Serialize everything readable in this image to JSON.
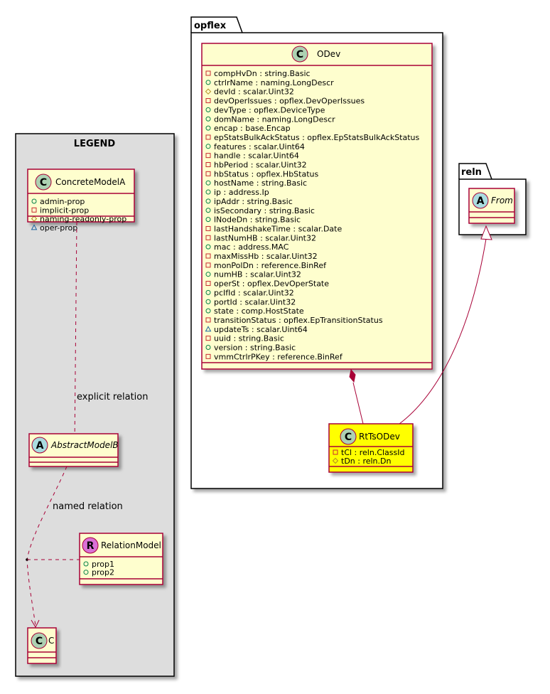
{
  "colors": {
    "class_fill": "#FEFECE",
    "class_border": "#A80036",
    "highlight_fill": "#FFFF00",
    "legend_fill": "#DDDDDD",
    "package_fill": "#FFFFFF",
    "badge_class": "#ADD1B2",
    "badge_abstract": "#A9DCDF",
    "badge_relation": "#DA70D6"
  },
  "legend": {
    "title": "LEGEND",
    "concrete": {
      "letter": "C",
      "name": "ConcreteModelA",
      "attrs": [
        {
          "vis": "public",
          "text": "admin-prop"
        },
        {
          "vis": "private",
          "text": "implicit-prop"
        },
        {
          "vis": "protected",
          "text": "naming-readonly-prop"
        },
        {
          "vis": "package",
          "text": "oper-prop"
        }
      ]
    },
    "explicit_label": "explicit relation",
    "abstract": {
      "letter": "A",
      "name": "AbstractModelB"
    },
    "named_label": "named relation",
    "relation": {
      "letter": "R",
      "name": "RelationModel",
      "attrs": [
        {
          "vis": "public",
          "text": "prop1"
        },
        {
          "vis": "public",
          "text": "prop2"
        }
      ]
    },
    "target": {
      "letter": "C",
      "name": "C"
    }
  },
  "opflex": {
    "title": "opflex",
    "odev": {
      "letter": "C",
      "name": "ODev",
      "attrs": [
        {
          "vis": "private",
          "text": "compHvDn : string.Basic"
        },
        {
          "vis": "public",
          "text": "ctrlrName : naming.LongDescr"
        },
        {
          "vis": "protected",
          "text": "devId : scalar.Uint32"
        },
        {
          "vis": "private",
          "text": "devOperIssues : opflex.DevOperIssues"
        },
        {
          "vis": "public",
          "text": "devType : opflex.DeviceType"
        },
        {
          "vis": "public",
          "text": "domName : naming.LongDescr"
        },
        {
          "vis": "public",
          "text": "encap : base.Encap"
        },
        {
          "vis": "private",
          "text": "epStatsBulkAckStatus : opflex.EpStatsBulkAckStatus"
        },
        {
          "vis": "public",
          "text": "features : scalar.Uint64"
        },
        {
          "vis": "private",
          "text": "handle : scalar.Uint64"
        },
        {
          "vis": "private",
          "text": "hbPeriod : scalar.Uint32"
        },
        {
          "vis": "private",
          "text": "hbStatus : opflex.HbStatus"
        },
        {
          "vis": "public",
          "text": "hostName : string.Basic"
        },
        {
          "vis": "public",
          "text": "ip : address.Ip"
        },
        {
          "vis": "public",
          "text": "ipAddr : string.Basic"
        },
        {
          "vis": "public",
          "text": "isSecondary : string.Basic"
        },
        {
          "vis": "public",
          "text": "lNodeDn : string.Basic"
        },
        {
          "vis": "private",
          "text": "lastHandshakeTime : scalar.Date"
        },
        {
          "vis": "private",
          "text": "lastNumHB : scalar.Uint32"
        },
        {
          "vis": "public",
          "text": "mac : address.MAC"
        },
        {
          "vis": "private",
          "text": "maxMissHb : scalar.Uint32"
        },
        {
          "vis": "private",
          "text": "monPolDn : reference.BinRef"
        },
        {
          "vis": "public",
          "text": "numHB : scalar.Uint32"
        },
        {
          "vis": "private",
          "text": "operSt : opflex.DevOperState"
        },
        {
          "vis": "public",
          "text": "pcIfId : scalar.Uint32"
        },
        {
          "vis": "public",
          "text": "portId : scalar.Uint32"
        },
        {
          "vis": "public",
          "text": "state : comp.HostState"
        },
        {
          "vis": "private",
          "text": "transitionStatus : opflex.EpTransitionStatus"
        },
        {
          "vis": "package",
          "text": "updateTs : scalar.Uint64"
        },
        {
          "vis": "private",
          "text": "uuid : string.Basic"
        },
        {
          "vis": "public",
          "text": "version : string.Basic"
        },
        {
          "vis": "private",
          "text": "vmmCtrlrPKey : reference.BinRef"
        }
      ]
    },
    "rttsodev": {
      "letter": "C",
      "name": "RtTsODev",
      "attrs": [
        {
          "vis": "private",
          "text": "tCl : reln.ClassId"
        },
        {
          "vis": "protected",
          "text": "tDn : reln.Dn"
        }
      ]
    }
  },
  "reln": {
    "title": "reln",
    "from": {
      "letter": "A",
      "name": "From"
    }
  }
}
